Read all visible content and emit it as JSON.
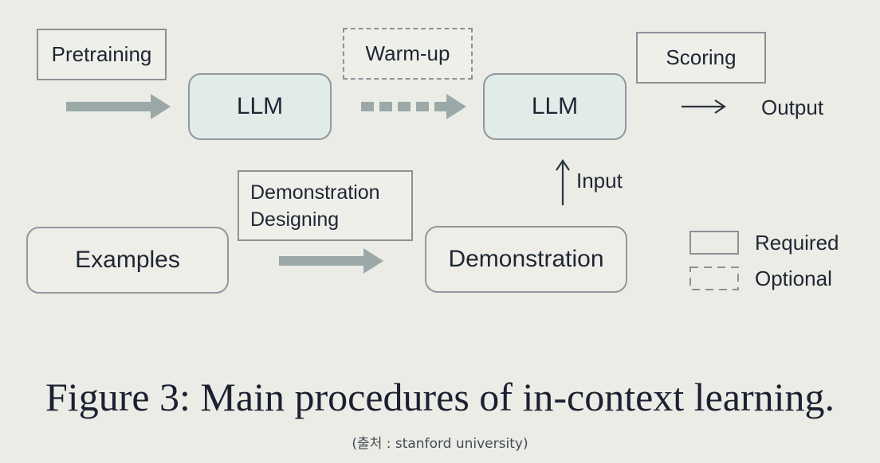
{
  "diagram": {
    "pretraining_label": "Pretraining",
    "warmup_label": "Warm-up",
    "scoring_label": "Scoring",
    "llm_left": "LLM",
    "llm_right": "LLM",
    "output_label": "Output",
    "input_label": "Input",
    "demonstration_designing_line1": "Demonstration",
    "demonstration_designing_line2": "Designing",
    "examples_label": "Examples",
    "demonstration_label": "Demonstration"
  },
  "legend": {
    "required": "Required",
    "optional": "Optional"
  },
  "caption": "Figure 3: Main procedures of in-context learning.",
  "source": "(출처 : stanford university)",
  "colors": {
    "background": "#ecece6",
    "llm_fill": "#e1ece8",
    "arrow_gray": "#9ba8a8",
    "border_gray": "#8f989d"
  }
}
